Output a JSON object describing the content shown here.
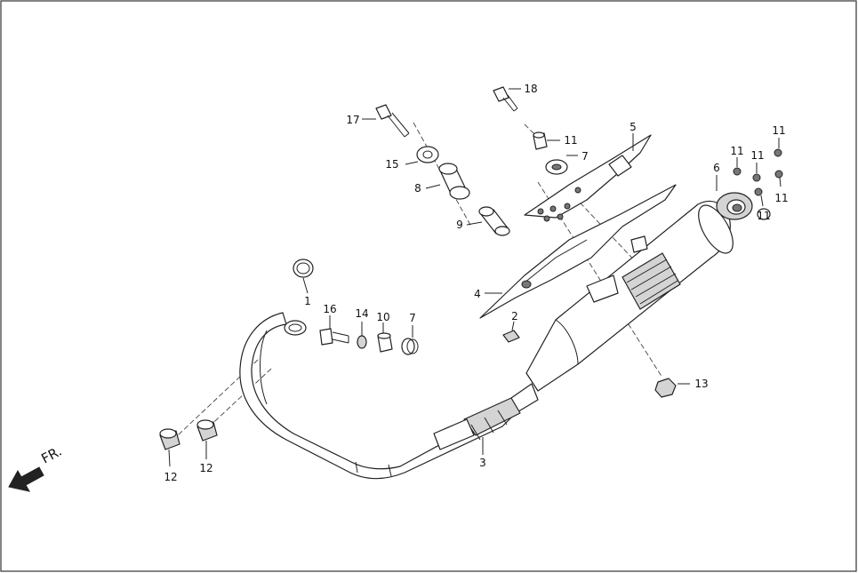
{
  "diagram": {
    "direction_label": "FR.",
    "callouts": {
      "c1": "1",
      "c2": "2",
      "c3": "3",
      "c4": "4",
      "c5": "5",
      "c6": "6",
      "c7a": "7",
      "c7b": "7",
      "c8": "8",
      "c9": "9",
      "c10": "10",
      "c11a": "11",
      "c11b": "11",
      "c11c": "11",
      "c11d": "11",
      "c11e": "11",
      "c11f": "11",
      "c12a": "12",
      "c12b": "12",
      "c13": "13",
      "c14": "14",
      "c15": "15",
      "c16": "16",
      "c17": "17",
      "c18": "18"
    }
  }
}
